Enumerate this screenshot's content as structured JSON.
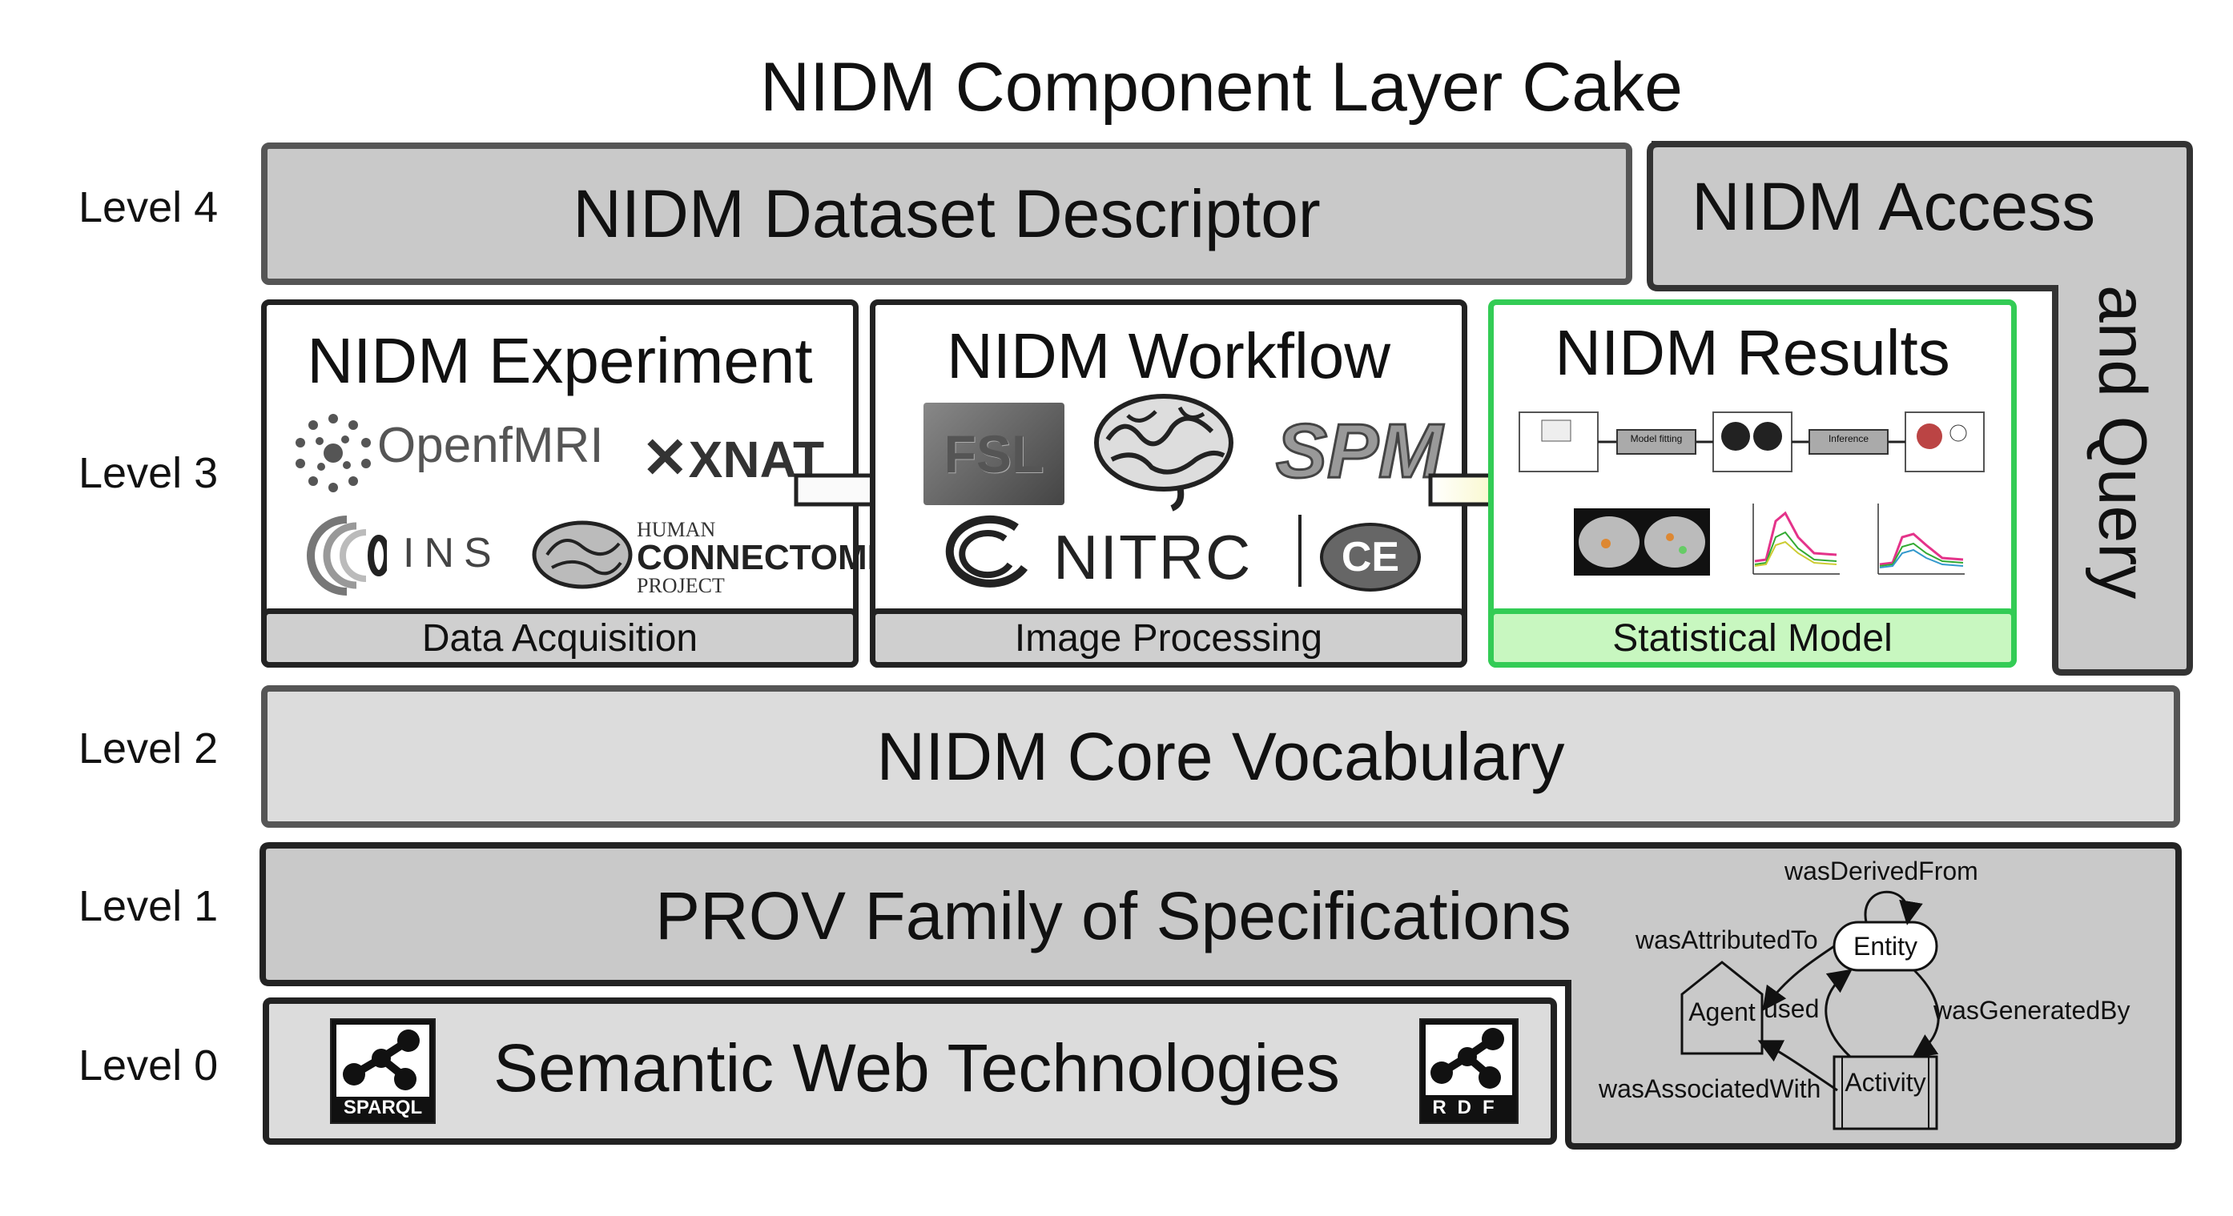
{
  "title": "NIDM Component Layer Cake",
  "levels": [
    "Level 4",
    "Level 3",
    "Level 2",
    "Level 1",
    "Level 0"
  ],
  "level4": {
    "dataset_descriptor": "NIDM Dataset Descriptor",
    "access_top": "NIDM Access",
    "access_side": "and Query"
  },
  "level3": {
    "experiment": {
      "title": "NIDM Experiment",
      "footer": "Data Acquisition",
      "logos": [
        "OpenfMRI",
        "XNAT",
        "INS",
        "HUMAN",
        "CONNECTOME",
        "PROJECT"
      ]
    },
    "workflow": {
      "title": "NIDM Workflow",
      "footer": "Image Processing",
      "logos": [
        "FSL",
        "SPM",
        "NITRC",
        "CE"
      ]
    },
    "results": {
      "title": "NIDM Results",
      "footer": "Statistical Model",
      "pipeline": [
        "Model fitting",
        "Inference"
      ]
    }
  },
  "level2": {
    "label": "NIDM Core Vocabulary"
  },
  "level1": {
    "label": "PROV Family of Specifications"
  },
  "level0": {
    "label": "Semantic Web Technologies",
    "logo_left": "SPARQL",
    "logo_right": "RDF"
  },
  "prov_diagram": {
    "nodes": [
      "Entity",
      "Agent",
      "Activity"
    ],
    "edges": [
      "wasDerivedFrom",
      "wasAttributedTo",
      "used",
      "wasGeneratedBy",
      "wasAssociatedWith"
    ]
  },
  "colors": {
    "box_gray": "#c9c9c9",
    "box_light": "#dcdcdc",
    "results_green": "#33cc55",
    "results_footer": "#c8f7c0"
  }
}
